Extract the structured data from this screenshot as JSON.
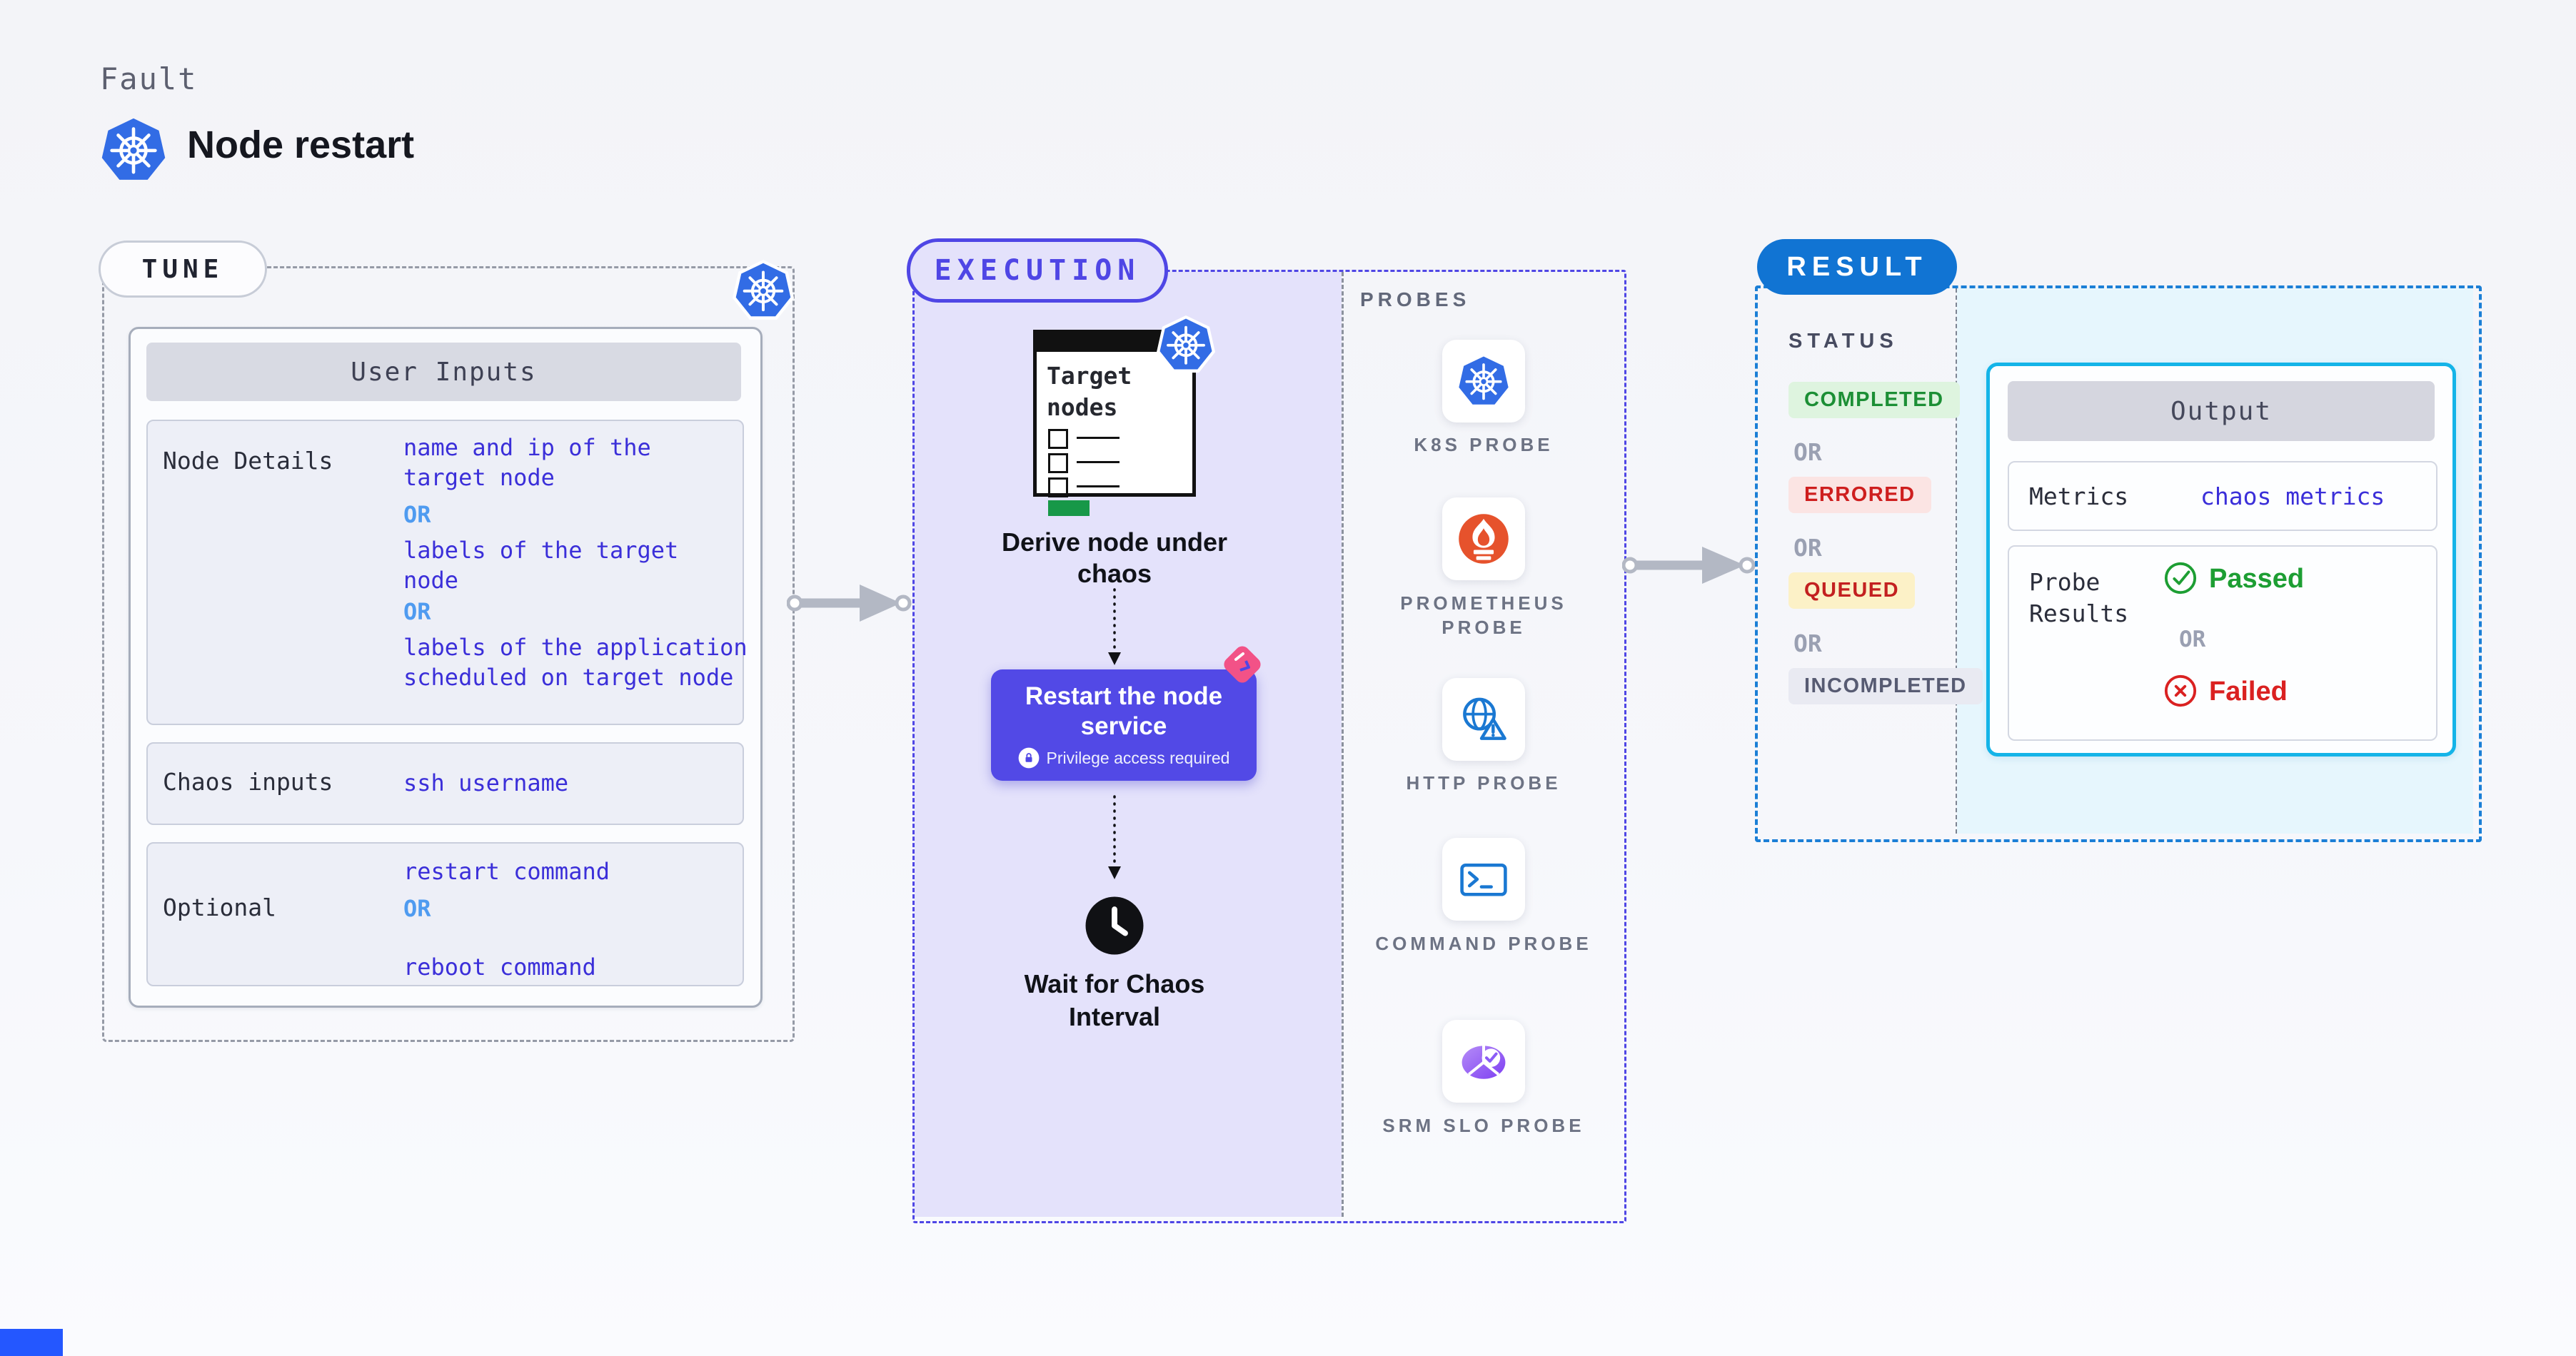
{
  "header": {
    "eyebrow": "Fault",
    "title": "Node restart"
  },
  "tune": {
    "pill": "TUNE",
    "card_header": "User Inputs",
    "node_details": {
      "label": "Node Details",
      "value1": "name and ip of the target node",
      "or1": "OR",
      "value2": "labels of the target node",
      "or2": "OR",
      "value3": "labels of the application scheduled on target node"
    },
    "chaos_inputs": {
      "label": "Chaos inputs",
      "value1": "ssh username"
    },
    "optional": {
      "label": "Optional",
      "value1": "restart command",
      "or1": "OR",
      "value2": "reboot command"
    }
  },
  "execution": {
    "pill": "EXECUTION",
    "clipboard_title": "Target nodes",
    "derive_label": "Derive node under chaos",
    "restart_title": "Restart the node service",
    "restart_note": "Privilege access required",
    "wait_label": "Wait for Chaos Interval"
  },
  "probes": {
    "heading": "PROBES",
    "items": [
      {
        "label": "K8S PROBE",
        "icon": "kubernetes-icon"
      },
      {
        "label": "PROMETHEUS PROBE",
        "icon": "prometheus-icon"
      },
      {
        "label": "HTTP PROBE",
        "icon": "http-globe-warning-icon"
      },
      {
        "label": "COMMAND PROBE",
        "icon": "terminal-icon"
      },
      {
        "label": "SRM SLO PROBE",
        "icon": "slo-pie-check-icon"
      }
    ]
  },
  "result": {
    "pill": "RESULT",
    "status_heading": "STATUS",
    "or": "OR",
    "statuses": [
      {
        "label": "COMPLETED",
        "bg": "#def4df",
        "color": "#1c8f35"
      },
      {
        "label": "ERRORED",
        "bg": "#fbe4e3",
        "color": "#ce1e1e"
      },
      {
        "label": "QUEUED",
        "bg": "#fcf1c7",
        "color": "#c32020"
      },
      {
        "label": "INCOMPLETED",
        "bg": "#e9eaf2",
        "color": "#575b72"
      }
    ],
    "output": {
      "header": "Output",
      "metrics_label": "Metrics",
      "metrics_value": "chaos metrics",
      "probe_results_label": "Probe Results",
      "passed": "Passed",
      "or": "OR",
      "failed": "Failed"
    }
  },
  "colors": {
    "kubernetes_blue": "#326ce5",
    "tune_value_blue": "#3b2fd9",
    "or_light_blue": "#4f9bf0",
    "execution_indigo": "#4f46e5",
    "execution_bg_lavender": "#e4e2fb",
    "restart_ribbon_pink": "#f25287",
    "result_blue": "#1174d3",
    "result_bg_cyan": "#e6f6fd",
    "output_border_cyan": "#14b4e8",
    "passed_green": "#1d9e33",
    "failed_red": "#da2121",
    "prometheus_orange": "#e6522c",
    "probe_icon_blue": "#1a78d2",
    "srm_purple": "#8b5cf6",
    "target_nodes_green": "#179848",
    "bottom_accent_blue": "#2457ff"
  }
}
